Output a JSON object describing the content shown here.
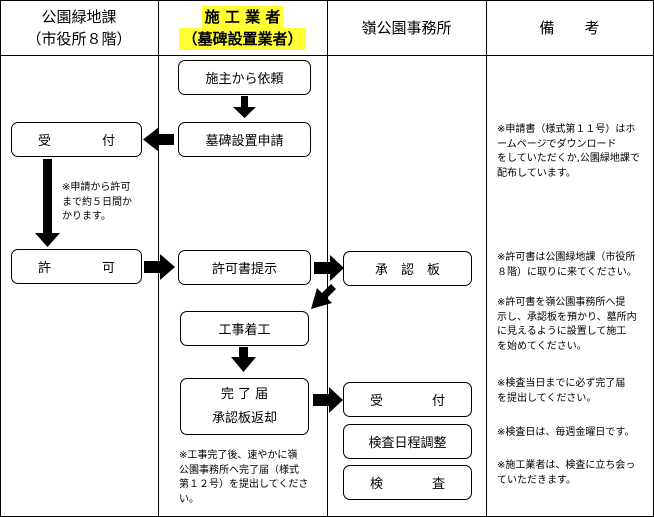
{
  "headers": {
    "col1": {
      "line1": "公園緑地課",
      "line2": "（市役所８階）"
    },
    "col2": {
      "line1": "施 工 業 者",
      "line2": "（墓碑設置業者）"
    },
    "col3": {
      "line1": "嶺公園事務所"
    },
    "col4": {
      "line1": "備　　考"
    }
  },
  "boxes": {
    "owner_request": "施主から依頼",
    "application": "墓碑設置申請",
    "reception_left": "受",
    "reception_right": "付",
    "permission_left": "許",
    "permission_right": "可",
    "permit_presentation": "許可書提示",
    "approval_board": "承　認　板",
    "construction_start": "工事着工",
    "completion_report": "完 了 届",
    "return_board": "承認板返却",
    "office_reception_left": "受",
    "office_reception_right": "付",
    "inspection_schedule": "検査日程調整",
    "inspection_left": "検",
    "inspection_right": "査"
  },
  "notes": {
    "permission_time": [
      "※申請から許可",
      "まで約５日間か",
      "かります。"
    ],
    "after_completion": [
      "※工事完了後、速やかに嶺",
      "公園事務所へ完了届（様式",
      "第１２号）を提出してくださ",
      "い。"
    ]
  },
  "remarks": {
    "r1": [
      "※申請書（様式第１１号）はホ",
      "ームページでダウンロード",
      "をしていただくか,公園緑地課で",
      "配布しています。"
    ],
    "r2": [
      "※許可書は公園緑地課（市役所",
      "８階）に取りに来てください。"
    ],
    "r3": [
      "※許可書を嶺公園事務所へ提",
      "示し、承認板を預かり、墓所内",
      "に見えるように設置して施工",
      "を始めてください。"
    ],
    "r4": [
      "※検査当日までに必ず完了届",
      "を提出してください。"
    ],
    "r5": [
      "※検査日は、毎週金曜日です。"
    ],
    "r6": [
      "※施工業者は、検査に立ち会っ",
      "ていただきます。"
    ]
  }
}
